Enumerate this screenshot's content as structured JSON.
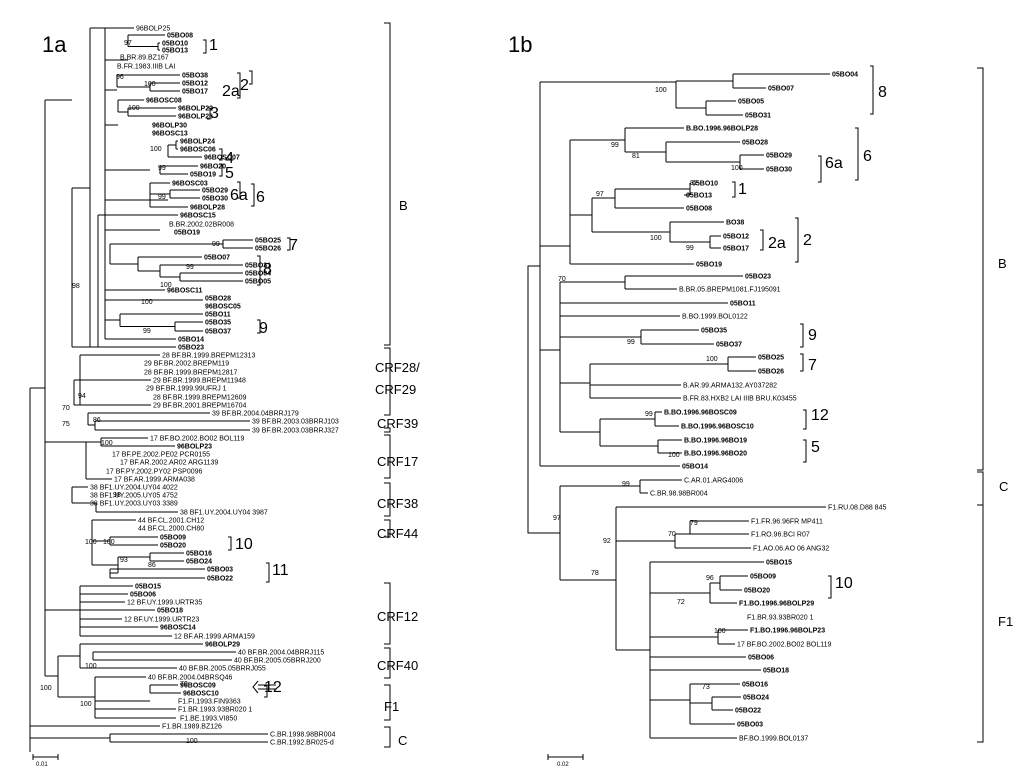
{
  "panels": {
    "a": "1a",
    "b": "1b"
  },
  "a": {
    "leaves": [
      {
        "t": "96BOLP25",
        "b": 0
      },
      {
        "t": "05BO08",
        "b": 1
      },
      {
        "t": "05BO10",
        "b": 1
      },
      {
        "t": "05BO13",
        "b": 1
      },
      {
        "t": "B.BR.89.BZ167",
        "b": 0
      },
      {
        "t": "B.FR.1983.IIIB LAI",
        "b": 0
      },
      {
        "t": "05BO38",
        "b": 1
      },
      {
        "t": "05BO12",
        "b": 1
      },
      {
        "t": "05BO17",
        "b": 1
      },
      {
        "t": "96BOSC08",
        "b": 1
      },
      {
        "t": "96BOLP22",
        "b": 1
      },
      {
        "t": "96BOLP26",
        "b": 1
      },
      {
        "t": "96BOLP30",
        "b": 1
      },
      {
        "t": "96BOSC13",
        "b": 1
      },
      {
        "t": "96BOLP24",
        "b": 1
      },
      {
        "t": "96BOSC06",
        "b": 1
      },
      {
        "t": "96BOSC07",
        "b": 1
      },
      {
        "t": "96BO20",
        "b": 1
      },
      {
        "t": "05BO19",
        "b": 1
      },
      {
        "t": "96BOSC03",
        "b": 1
      },
      {
        "t": "05BO29",
        "b": 1
      },
      {
        "t": "05BO30",
        "b": 1
      },
      {
        "t": "96BOLP28",
        "b": 1
      },
      {
        "t": "96BOSC15",
        "b": 1
      },
      {
        "t": "B.BR.2002.02BR008",
        "b": 0
      },
      {
        "t": "05BO19",
        "b": 1
      },
      {
        "t": "05BO25",
        "b": 1
      },
      {
        "t": "05BO26",
        "b": 1
      },
      {
        "t": "05BO07",
        "b": 1
      },
      {
        "t": "05BO31",
        "b": 1
      },
      {
        "t": "05BO04",
        "b": 1
      },
      {
        "t": "05BO05",
        "b": 1
      },
      {
        "t": "96BOSC11",
        "b": 1
      },
      {
        "t": "05BO28",
        "b": 1
      },
      {
        "t": "96BOSC05",
        "b": 1
      },
      {
        "t": "05BO11",
        "b": 1
      },
      {
        "t": "05BO35",
        "b": 1
      },
      {
        "t": "05BO37",
        "b": 1
      },
      {
        "t": "05BO14",
        "b": 1
      },
      {
        "t": "05BO23",
        "b": 1
      },
      {
        "t": "28 BF.BR.1999.BREPM12313",
        "b": 0
      },
      {
        "t": "29 BF.BR.2002.BREPM119",
        "b": 0
      },
      {
        "t": "28 BF.BR.1999.BREPM12817",
        "b": 0
      },
      {
        "t": "29 BF.BR.1999.BREPM11948",
        "b": 0
      },
      {
        "t": "29 BF.BR.1999.99UFRJ 1",
        "b": 0
      },
      {
        "t": "28 BF.BR.1999.BREPM12609",
        "b": 0
      },
      {
        "t": "29 BF.BR.2001.BREPM16704",
        "b": 0
      },
      {
        "t": "39 BF.BR.2004.04BRRJ179",
        "b": 0
      },
      {
        "t": "39 BF.BR.2003.03BRRJ103",
        "b": 0
      },
      {
        "t": "39 BF.BR.2003.03BRRJ327",
        "b": 0
      },
      {
        "t": "17 BF.BO.2002.BO02 BOL119",
        "b": 0
      },
      {
        "t": "96BOLP23",
        "b": 1
      },
      {
        "t": "17 BF.PE.2002.PE02 PCR0155",
        "b": 0
      },
      {
        "t": "17 BF.AR.2002.AR02 ARG1139",
        "b": 0
      },
      {
        "t": "17 BF.PY.2002.PY02 PSP0096",
        "b": 0
      },
      {
        "t": "17 BF.AR.1999.ARMA038",
        "b": 0
      },
      {
        "t": "38 BF1.UY.2004.UY04 4022",
        "b": 0
      },
      {
        "t": "38 BF1.UY.2005.UY05 4752",
        "b": 0
      },
      {
        "t": "38 BF1.UY.2003.UY03 3389",
        "b": 0
      },
      {
        "t": "38 BF1.UY.2004.UY04 3987",
        "b": 0
      },
      {
        "t": "44 BF.CL.2001.CH12",
        "b": 0
      },
      {
        "t": "44 BF.CL.2000.CH80",
        "b": 0
      },
      {
        "t": "05BO09",
        "b": 1
      },
      {
        "t": "05BO20",
        "b": 1
      },
      {
        "t": "05BO16",
        "b": 1
      },
      {
        "t": "05BO24",
        "b": 1
      },
      {
        "t": "05BO03",
        "b": 1
      },
      {
        "t": "05BO22",
        "b": 1
      },
      {
        "t": "05BO15",
        "b": 1
      },
      {
        "t": "05BO06",
        "b": 1
      },
      {
        "t": "12 BF.UY.1999.URTR35",
        "b": 0
      },
      {
        "t": "05BO18",
        "b": 1
      },
      {
        "t": "12 BF.UY.1999.URTR23",
        "b": 0
      },
      {
        "t": "96BOSC14",
        "b": 1
      },
      {
        "t": "12 BF.AR.1999.ARMA159",
        "b": 0
      },
      {
        "t": "96BOLP29",
        "b": 1
      },
      {
        "t": "40 BF.BR.2004.04BRRJ115",
        "b": 0
      },
      {
        "t": "40 BF.BR.2005.05BRRJ200",
        "b": 0
      },
      {
        "t": "40 BF.BR.2005.05BRRJ055",
        "b": 0
      },
      {
        "t": "40 BF.BR.2004.04BRSQ46",
        "b": 0
      },
      {
        "t": "96BOSC09",
        "b": 1
      },
      {
        "t": "96BOSC10",
        "b": 1
      },
      {
        "t": "F1.FI.1993.FIN9363",
        "b": 0
      },
      {
        "t": "F1.BR.1993.93BR020 1",
        "b": 0
      },
      {
        "t": "F1.BE.1993.VI850",
        "b": 0
      },
      {
        "t": "F1.BR.1989.BZ126",
        "b": 0
      },
      {
        "t": "C.BR.1998.98BR004",
        "b": 0
      },
      {
        "t": "C.BR.1992.BR025-d",
        "b": 0
      }
    ],
    "bootstrap": [
      "97",
      "96",
      "100",
      "100",
      "100",
      "99",
      "99",
      "99",
      "99",
      "100",
      "100",
      "99",
      "98",
      "70",
      "75",
      "94",
      "86",
      "100",
      "98",
      "100",
      "86",
      "93",
      "100",
      "100",
      "100",
      "70",
      "100",
      "100"
    ],
    "groups": [
      "B",
      "CRF28/",
      "CRF29",
      "CRF39",
      "CRF17",
      "CRF38",
      "CRF44",
      "CRF12",
      "CRF40",
      "F1",
      "C"
    ],
    "subtypes": [
      "1",
      "2",
      "2a",
      "3",
      "4",
      "5",
      "6",
      "6a",
      "7",
      "8",
      "9",
      "10",
      "11",
      "12"
    ],
    "scale": "0.01"
  },
  "b": {
    "leaves": [
      {
        "t": "05BO04",
        "b": 1
      },
      {
        "t": "05BO07",
        "b": 1
      },
      {
        "t": "05BO05",
        "b": 1
      },
      {
        "t": "05BO31",
        "b": 1
      },
      {
        "t": "B.BO.1996.96BOLP28",
        "b": 1
      },
      {
        "t": "05BO28",
        "b": 1
      },
      {
        "t": "05BO29",
        "b": 1
      },
      {
        "t": "05BO30",
        "b": 1
      },
      {
        "t": "05BO10",
        "b": 1
      },
      {
        "t": "05BO13",
        "b": 1
      },
      {
        "t": "05BO08",
        "b": 1
      },
      {
        "t": "BO38",
        "b": 1
      },
      {
        "t": "05BO12",
        "b": 1
      },
      {
        "t": "05BO17",
        "b": 1
      },
      {
        "t": "05BO19",
        "b": 1
      },
      {
        "t": "05BO23",
        "b": 1
      },
      {
        "t": "B.BR.05.BREPM1081.FJ195091",
        "b": 0
      },
      {
        "t": "05BO11",
        "b": 1
      },
      {
        "t": "B.BO.1999.BOL0122",
        "b": 0
      },
      {
        "t": "05BO35",
        "b": 1
      },
      {
        "t": "05BO37",
        "b": 1
      },
      {
        "t": "05BO25",
        "b": 1
      },
      {
        "t": "05BO26",
        "b": 1
      },
      {
        "t": "B.AR.99.ARMA132.AY037282",
        "b": 0
      },
      {
        "t": "B.FR.83.HXB2 LAI IIIB BRU.K03455",
        "b": 0
      },
      {
        "t": "B.BO.1996.96BOSC09",
        "b": 1
      },
      {
        "t": "B.BO.1996.96BOSC10",
        "b": 1
      },
      {
        "t": "B.BO.1996.96BO19",
        "b": 1
      },
      {
        "t": "B.BO.1996.96BO20",
        "b": 1
      },
      {
        "t": "05BO14",
        "b": 1
      },
      {
        "t": "C.AR.01.ARG4006",
        "b": 0
      },
      {
        "t": "C.BR.98.98BR004",
        "b": 0
      },
      {
        "t": "F1.RU.08.D88 845",
        "b": 0
      },
      {
        "t": "F1.FR.96.96FR MP411",
        "b": 0
      },
      {
        "t": "F1.RO.96.BCI R07",
        "b": 0
      },
      {
        "t": "F1.AO.06.AO 06 ANG32",
        "b": 0
      },
      {
        "t": "05BO15",
        "b": 1
      },
      {
        "t": "05BO09",
        "b": 1
      },
      {
        "t": "05BO20",
        "b": 1
      },
      {
        "t": "F1.BO.1996.96BOLP29",
        "b": 1
      },
      {
        "t": "F1.BR.93.93BR020 1",
        "b": 0
      },
      {
        "t": "F1.BO.1996.96BOLP23",
        "b": 1
      },
      {
        "t": "17 BF.BO.2002.BO02 BOL119",
        "b": 0
      },
      {
        "t": "05BO06",
        "b": 1
      },
      {
        "t": "05BO18",
        "b": 1
      },
      {
        "t": "05BO16",
        "b": 1
      },
      {
        "t": "05BO24",
        "b": 1
      },
      {
        "t": "05BO22",
        "b": 1
      },
      {
        "t": "05BO03",
        "b": 1
      },
      {
        "t": "BF.BO.1999.BOL0137",
        "b": 0
      }
    ],
    "bootstrap": [
      "100",
      "99",
      "81",
      "100",
      "82",
      "97",
      "100",
      "99",
      "70",
      "99",
      "100",
      "99",
      "100",
      "99",
      "97",
      "79",
      "70",
      "92",
      "78",
      "96",
      "72",
      "100",
      "73"
    ],
    "groups": [
      "B",
      "C",
      "F1"
    ],
    "subtypes": [
      "8",
      "6",
      "6a",
      "1",
      "2",
      "2a",
      "9",
      "7",
      "12",
      "5",
      "10"
    ],
    "scale": "0.02"
  }
}
